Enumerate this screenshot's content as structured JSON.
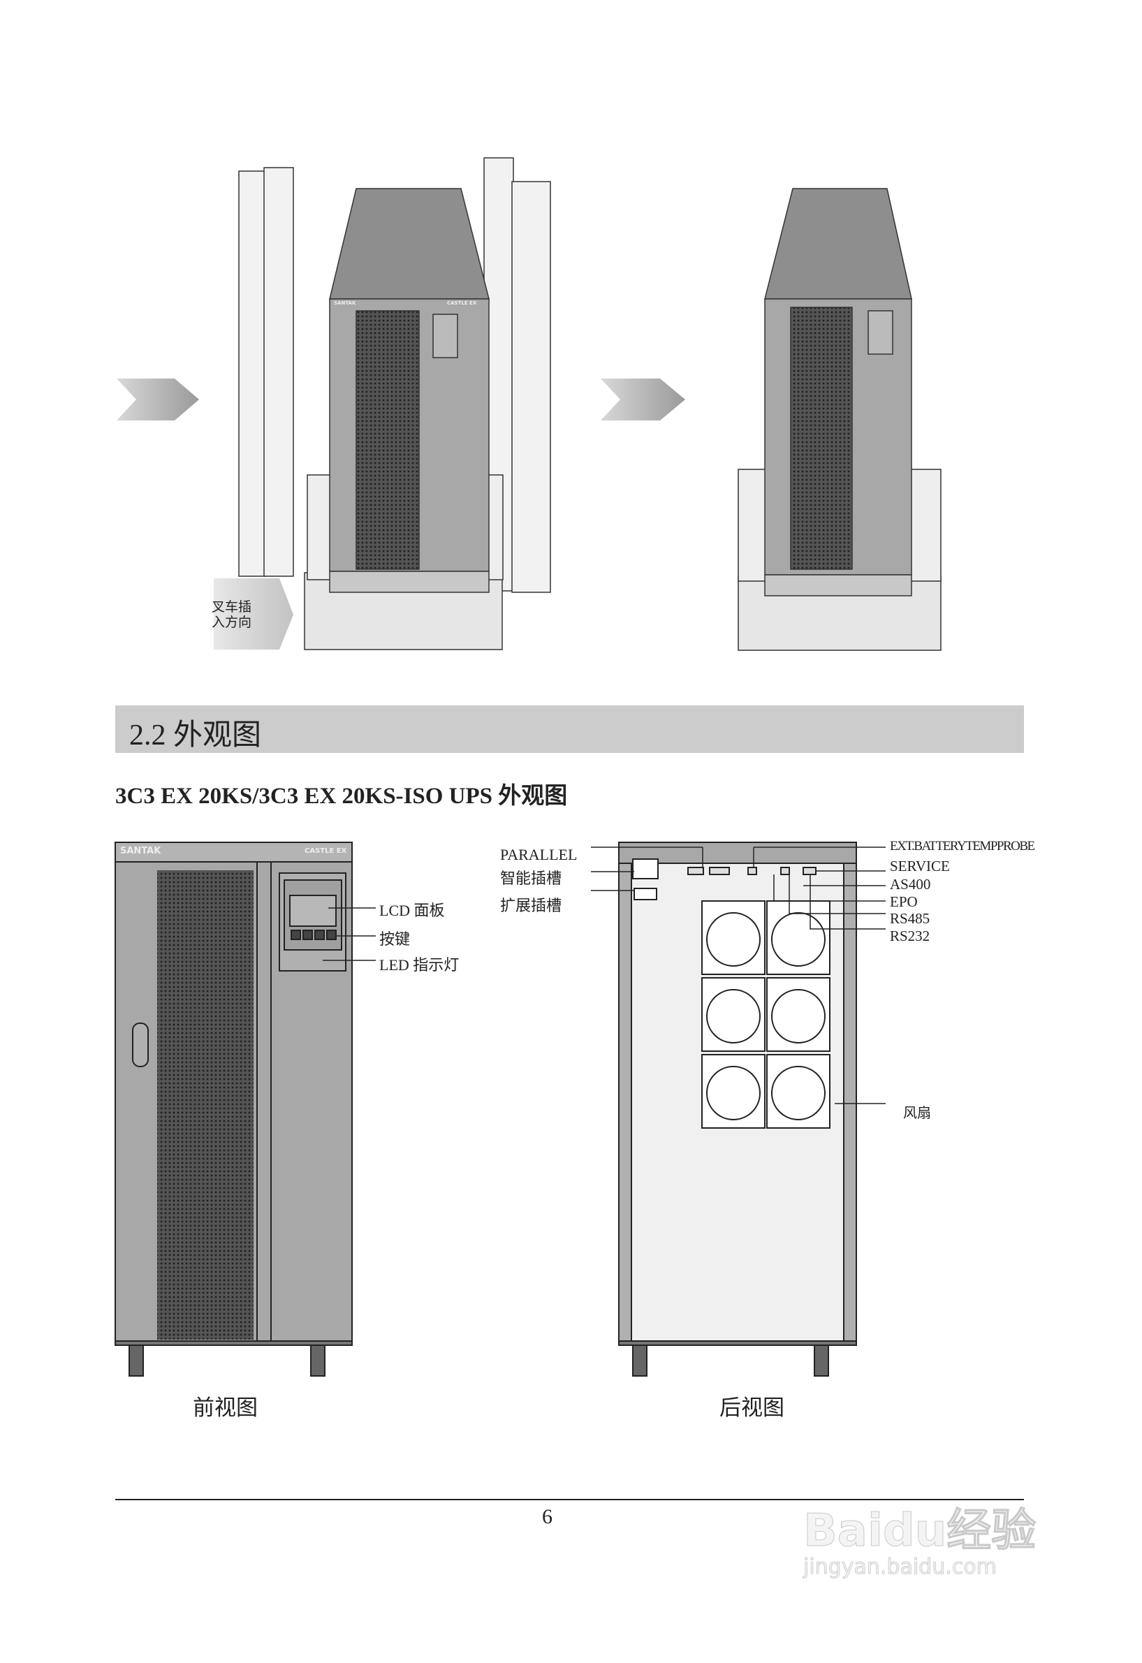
{
  "top_figure": {
    "forklift_direction_label": "叉车插\n入方向",
    "front_brand": "SANTAK",
    "front_model": "CASTLE EX"
  },
  "section": {
    "number_title": "2.2 外观图"
  },
  "subtitle": "3C3 EX 20KS/3C3 EX 20KS-ISO UPS 外观图",
  "front_view": {
    "brand": "SANTAK",
    "model": "CASTLE EX",
    "labels": [
      "LCD 面板",
      "按键",
      "LED 指示灯"
    ],
    "caption": "前视图"
  },
  "rear_view": {
    "left_labels": [
      "PARALLEL",
      "智能插槽",
      "扩展插槽"
    ],
    "right_labels": [
      "EXT.BATTERYTEMPPROBE",
      "SERVICE",
      "AS400",
      "EPO",
      "RS485",
      "RS232"
    ],
    "fan_label": "风扇",
    "caption": "后视图"
  },
  "footer": {
    "page_number": "6"
  },
  "watermark": {
    "logo_text": "Baidu经验",
    "url": "jingyan.baidu.com"
  }
}
